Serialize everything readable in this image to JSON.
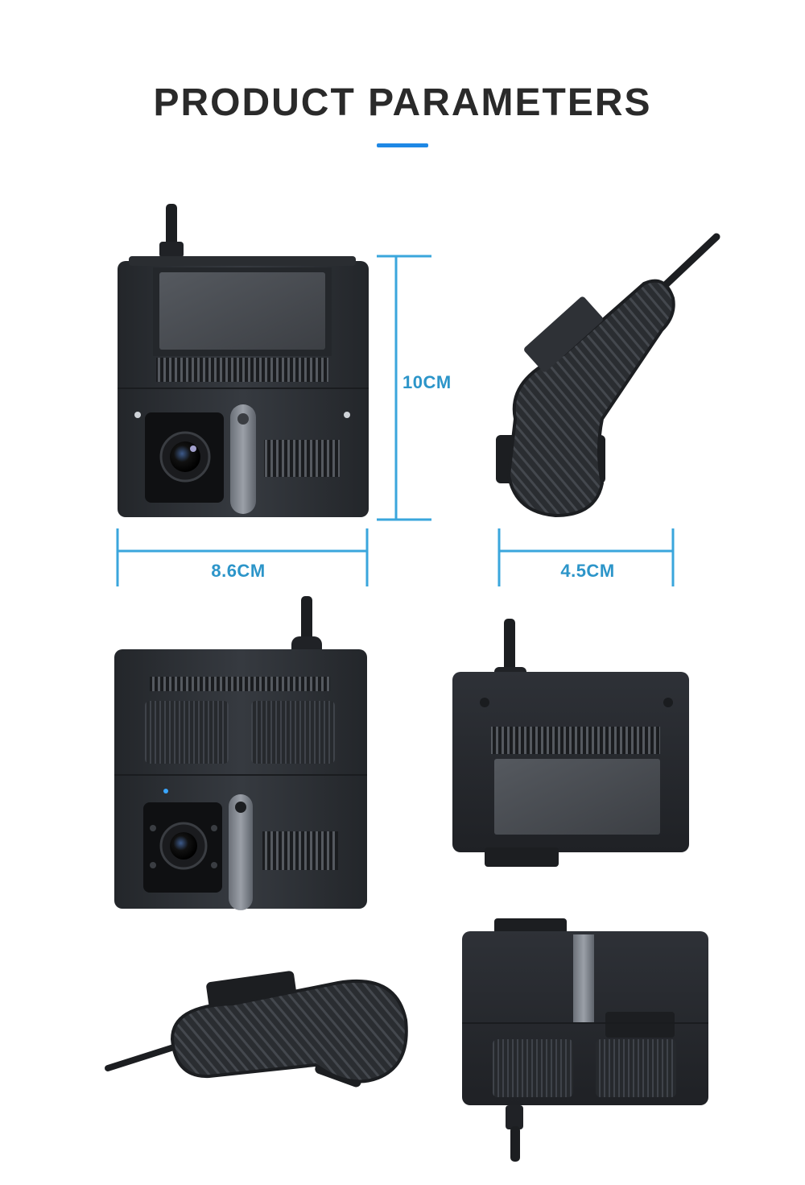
{
  "header": {
    "title": "PRODUCT PARAMETERS"
  },
  "dimensions": {
    "height": "10CM",
    "width": "8.6CM",
    "depth": "4.5CM"
  },
  "colors": {
    "accent": "#1e88e5",
    "dimension_line": "#3aa6dc",
    "dimension_text": "#2c95c9",
    "device_body": "#2b2e33",
    "device_dark": "#1d1f22"
  }
}
